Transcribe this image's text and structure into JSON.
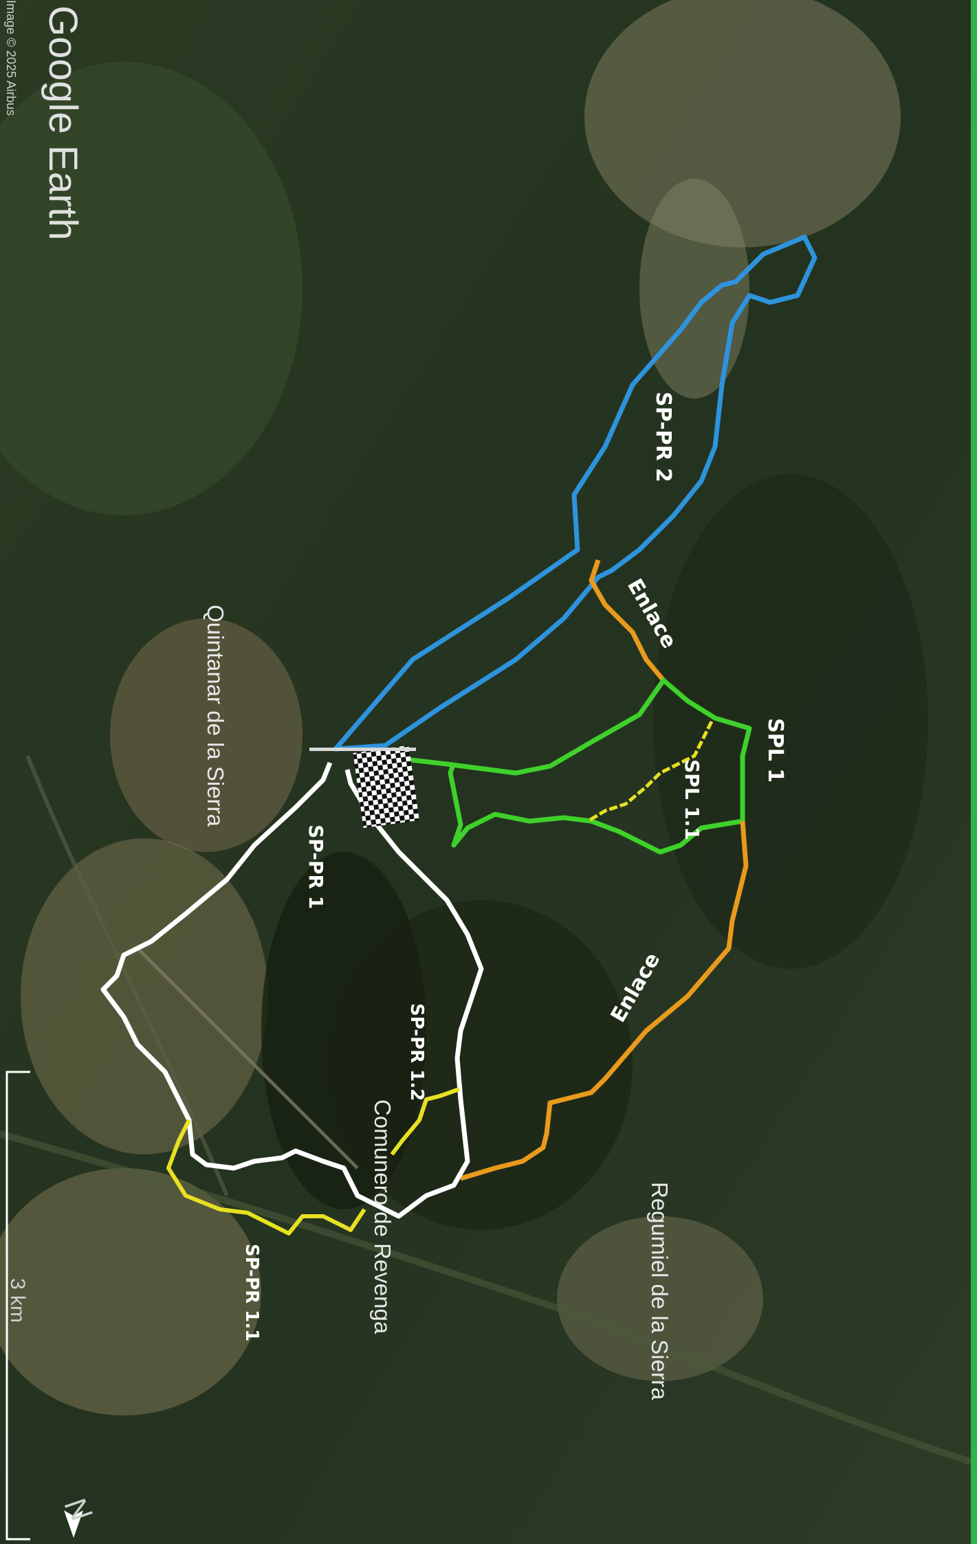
{
  "app": {
    "name": "Google Earth",
    "attribution": "Image © 2025 Airbus"
  },
  "places": {
    "quintanar": "Quintanar de la Sierra",
    "comunero": "Comunero de Revenga",
    "regumiel": "Regumiel de la Sierra"
  },
  "routes": {
    "sp_pr_2": "SP-PR 2",
    "enlace_top": "Enlace",
    "spl_1": "SPL 1",
    "spl_1_1": "SPL 1.1",
    "sp_pr_1": "SP-PR 1",
    "sp_pr_1_2": "SP-PR 1.2",
    "enlace_bottom": "Enlace",
    "sp_pr_1_1": "SP-PR 1.1"
  },
  "scale": {
    "label": "3 km"
  },
  "compass": {
    "label": "N"
  },
  "colors": {
    "blue": "#2e93dd",
    "orange": "#e99a1c",
    "green": "#3fd12b",
    "yellow": "#e8e023",
    "white": "#ffffff",
    "frame": "#2fb24c"
  },
  "icons": {
    "finish": "checkered-flag-icon",
    "north": "north-arrow-icon"
  }
}
